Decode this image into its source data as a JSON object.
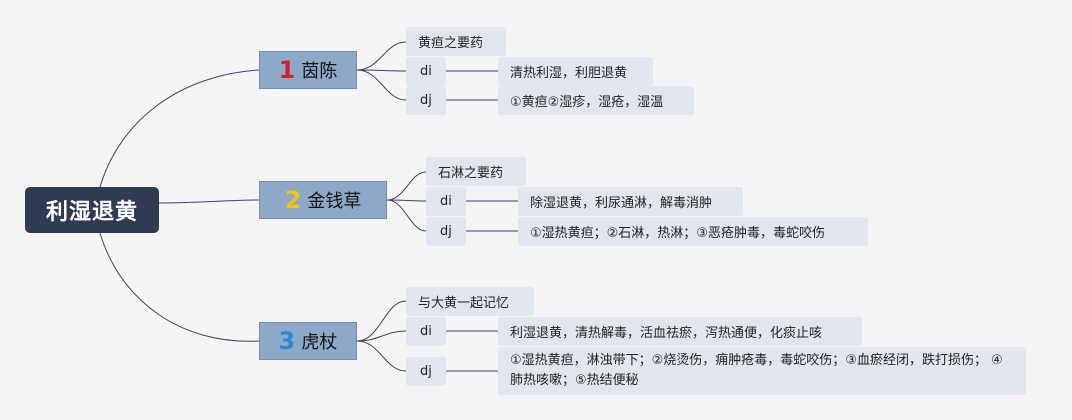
{
  "root": {
    "title": "利湿退黄"
  },
  "colors": {
    "num1": "#d0202f",
    "num2": "#f0c419",
    "num3": "#2a8ad8"
  },
  "branches": [
    {
      "num": "1",
      "name": "茵陈",
      "summary": "黄疸之要药",
      "di_label": "di",
      "di_text": "清热利湿，利胆退黄",
      "dj_label": "dj",
      "dj_text": "①黄疸②湿疹，湿疮，湿温"
    },
    {
      "num": "2",
      "name": "金钱草",
      "summary": "石淋之要药",
      "di_label": "di",
      "di_text": "除湿退黄，利尿通淋，解毒消肿",
      "dj_label": "dj",
      "dj_text": "①湿热黄疸；②石淋，热淋；③恶疮肿毒，毒蛇咬伤"
    },
    {
      "num": "3",
      "name": "虎杖",
      "summary": "与大黄一起记忆",
      "di_label": "di",
      "di_text": "利湿退黄，清热解毒，活血祛瘀，泻热通便，化痰止咳",
      "dj_label": "dj",
      "dj_text": "①湿热黄疸，淋浊带下；②烧烫伤，痈肿疮毒，毒蛇咬伤；③血瘀经闭，跌打损伤； ④肺热咳嗽；⑤热结便秘"
    }
  ]
}
